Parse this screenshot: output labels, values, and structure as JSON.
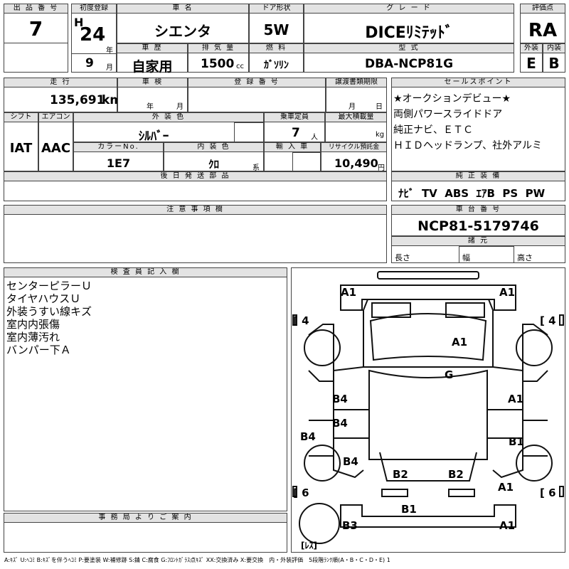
{
  "header": {
    "lot_label": "出 品 番 号",
    "lot_value": "7",
    "first_reg_label": "初度登録",
    "era": "H",
    "year": "24",
    "year_unit": "年",
    "month": "9",
    "month_unit": "月",
    "car_name_label": "車 名",
    "car_name": "シエンタ",
    "door_label": "ドア形状",
    "door": "5W",
    "grade_label": "グ レ ー ド",
    "grade": "DICEﾘﾐﾃｯﾄﾞ",
    "score_label": "評価点",
    "score": "RA",
    "history_label": "車 歴",
    "history": "自家用",
    "displacement_label": "排 気 量",
    "displacement": "1500",
    "displacement_unit": "cc",
    "fuel_label": "燃 料",
    "fuel": "ｶﾞｿﾘﾝ",
    "model_label": "型 式",
    "model": "DBA-NCP81G",
    "ext_label": "外装",
    "ext": "E",
    "int_label": "内装",
    "int": "B"
  },
  "row2": {
    "mileage_label": "走 行",
    "mileage": "135,691",
    "mileage_unit": "km",
    "inspection_label": "車 検",
    "year_unit": "年",
    "month_unit": "月",
    "regno_label": "登 録 番 号",
    "deadline_label": "譲渡書類期限",
    "day_unit": "日",
    "shift_label": "シフト",
    "shift": "IAT",
    "ac_label": "エアコン",
    "ac": "AAC",
    "color_label": "外 装 色",
    "color": "ｼﾙﾊﾞｰ",
    "capacity_label": "乗車定員",
    "capacity": "7",
    "capacity_unit": "人",
    "load_label": "最大積載量",
    "load_unit": "kg",
    "colorno_label": "カラーNo.",
    "colorno": "1E7",
    "intcolor_label": "内 装 色",
    "intcolor": "ｸﾛ",
    "intcolor_unit": "系",
    "import_label": "輸 入 車",
    "recycle_label": "リサイクル預託金",
    "recycle": "10,490",
    "recycle_unit": "円"
  },
  "sales_points": {
    "label": "セールスポイント",
    "items": [
      "★オークションデビュー★",
      "両側パワースライドドア",
      "純正ナビ、ＥＴＣ",
      "ＨＩＤヘッドランプ、社外アルミ"
    ]
  },
  "later_parts": {
    "label": "後 日 発 送 部 品"
  },
  "equipment": {
    "label": "純 正 装 備",
    "value": "ﾅﾋﾞ  TV  ABS  ｴｱB  PS  PW"
  },
  "notes": {
    "label": "注 意 事 項 欄"
  },
  "chassis": {
    "label": "車 台 番 号",
    "value": "NCP81-5179746"
  },
  "specs": {
    "label": "諸 元",
    "length": "長さ",
    "width": "幅",
    "height": "高さ"
  },
  "inspector": {
    "label": "検 査 員 記 入 欄",
    "lines": [
      "センターピラーＵ",
      "タイヤハウスＵ",
      "外装うすい線キズ",
      "室内内張傷",
      "室内薄汚れ",
      "バンパー下Ａ"
    ]
  },
  "office": {
    "label": "事 務 局 よ り ご 案 内"
  },
  "diagram": {
    "marks": [
      "A1",
      "A1",
      "A1",
      "G",
      "B4",
      "A1",
      "B4",
      "B4",
      "B1",
      "B4",
      "B2",
      "B2",
      "A1",
      "B1",
      "B3",
      "A1"
    ],
    "tire_left_front": "[ 4",
    "tire_right_front": "[ 4",
    "tire_left_rear": "[ 6",
    "tire_right_rear": "[ 6",
    "spare": "[ﾚｽ]"
  },
  "legend": "A:ｷｽﾞ U:ﾍｺﾐ B:ｷｽﾞを伴うﾍｺﾐ P:要塗装 W:補修跡 S:錆 C:腐食 G:ﾌﾛﾝﾄｶﾞﾗｽ点ｷｽﾞ XX:交換済み X:要交換　内・外装評価　5段階ﾗﾝｸ順(A・B・C・D・E) 1"
}
